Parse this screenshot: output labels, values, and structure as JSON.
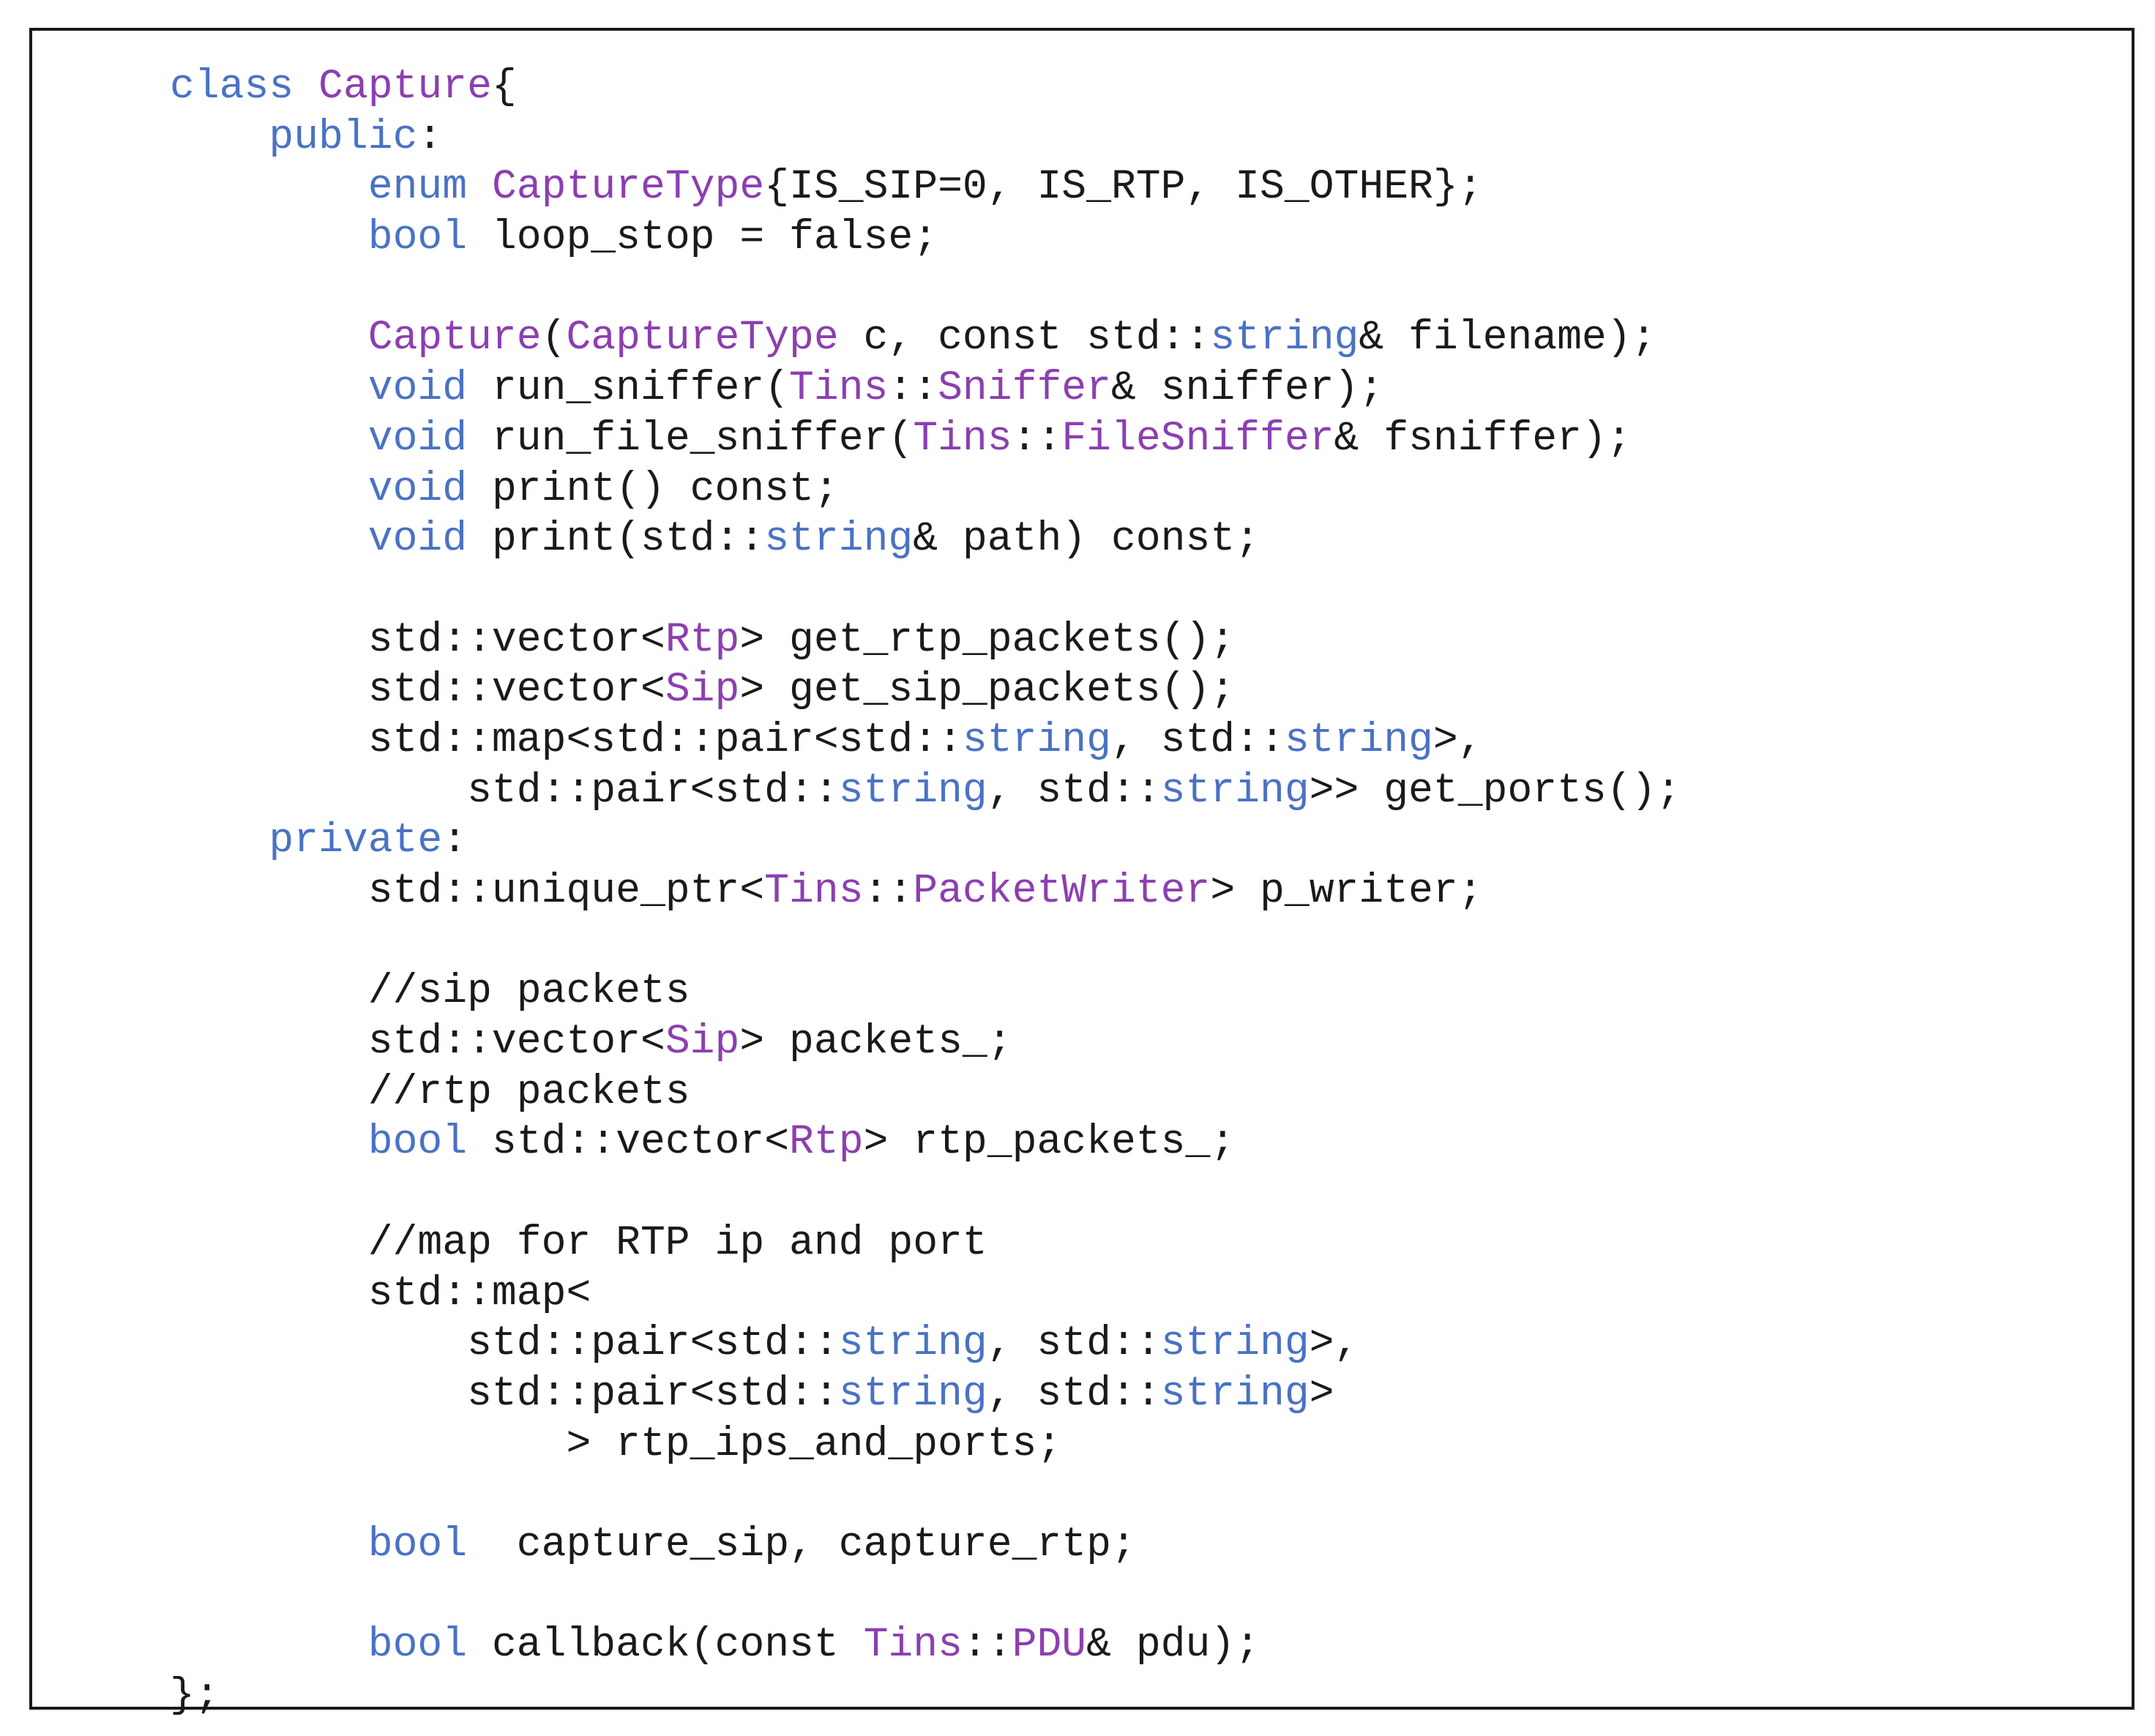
{
  "colors": {
    "keyword": "#4a72c4",
    "type": "#8c3fb0",
    "text": "#1a1a1a",
    "border": "#1a1a1a",
    "background": "#ffffff"
  },
  "code": {
    "language": "C++",
    "lines": [
      [
        [
          "kw",
          "class"
        ],
        [
          "tx",
          " "
        ],
        [
          "ty",
          "Capture"
        ],
        [
          "tx",
          "{"
        ]
      ],
      [
        [
          "tx",
          "    "
        ],
        [
          "kw",
          "public"
        ],
        [
          "tx",
          ":"
        ]
      ],
      [
        [
          "tx",
          "        "
        ],
        [
          "kw",
          "enum"
        ],
        [
          "tx",
          " "
        ],
        [
          "ty",
          "CaptureType"
        ],
        [
          "tx",
          "{IS_SIP=0, IS_RTP, IS_OTHER};"
        ]
      ],
      [
        [
          "tx",
          "        "
        ],
        [
          "kw",
          "bool"
        ],
        [
          "tx",
          " loop_stop = false;"
        ]
      ],
      [],
      [
        [
          "tx",
          "        "
        ],
        [
          "ty",
          "Capture"
        ],
        [
          "tx",
          "("
        ],
        [
          "ty",
          "CaptureType"
        ],
        [
          "tx",
          " c, const std::"
        ],
        [
          "kw",
          "string"
        ],
        [
          "tx",
          "& filename);"
        ]
      ],
      [
        [
          "tx",
          "        "
        ],
        [
          "kw",
          "void"
        ],
        [
          "tx",
          " run_sniffer("
        ],
        [
          "ty",
          "Tins"
        ],
        [
          "tx",
          "::"
        ],
        [
          "ty",
          "Sniffer"
        ],
        [
          "tx",
          "& sniffer);"
        ]
      ],
      [
        [
          "tx",
          "        "
        ],
        [
          "kw",
          "void"
        ],
        [
          "tx",
          " run_file_sniffer("
        ],
        [
          "ty",
          "Tins"
        ],
        [
          "tx",
          "::"
        ],
        [
          "ty",
          "FileSniffer"
        ],
        [
          "tx",
          "& fsniffer);"
        ]
      ],
      [
        [
          "tx",
          "        "
        ],
        [
          "kw",
          "void"
        ],
        [
          "tx",
          " print() const;"
        ]
      ],
      [
        [
          "tx",
          "        "
        ],
        [
          "kw",
          "void"
        ],
        [
          "tx",
          " print(std::"
        ],
        [
          "kw",
          "string"
        ],
        [
          "tx",
          "& path) const;"
        ]
      ],
      [],
      [
        [
          "tx",
          "        std::vector<"
        ],
        [
          "ty",
          "Rtp"
        ],
        [
          "tx",
          "> get_rtp_packets();"
        ]
      ],
      [
        [
          "tx",
          "        std::vector<"
        ],
        [
          "ty",
          "Sip"
        ],
        [
          "tx",
          "> get_sip_packets();"
        ]
      ],
      [
        [
          "tx",
          "        std::map<std::pair<std::"
        ],
        [
          "kw",
          "string"
        ],
        [
          "tx",
          ", std::"
        ],
        [
          "kw",
          "string"
        ],
        [
          "tx",
          ">,"
        ]
      ],
      [
        [
          "tx",
          "            std::pair<std::"
        ],
        [
          "kw",
          "string"
        ],
        [
          "tx",
          ", std::"
        ],
        [
          "kw",
          "string"
        ],
        [
          "tx",
          ">> get_ports();"
        ]
      ],
      [
        [
          "tx",
          "    "
        ],
        [
          "kw",
          "private"
        ],
        [
          "tx",
          ":"
        ]
      ],
      [
        [
          "tx",
          "        std::unique_ptr<"
        ],
        [
          "ty",
          "Tins"
        ],
        [
          "tx",
          "::"
        ],
        [
          "ty",
          "PacketWriter"
        ],
        [
          "tx",
          "> p_writer;"
        ]
      ],
      [],
      [
        [
          "tx",
          "        //sip packets"
        ]
      ],
      [
        [
          "tx",
          "        std::vector<"
        ],
        [
          "ty",
          "Sip"
        ],
        [
          "tx",
          "> packets_;"
        ]
      ],
      [
        [
          "tx",
          "        //rtp packets"
        ]
      ],
      [
        [
          "tx",
          "        "
        ],
        [
          "kw",
          "bool"
        ],
        [
          "tx",
          " std::vector<"
        ],
        [
          "ty",
          "Rtp"
        ],
        [
          "tx",
          "> rtp_packets_;"
        ]
      ],
      [],
      [
        [
          "tx",
          "        //map for RTP ip and port"
        ]
      ],
      [
        [
          "tx",
          "        std::map<"
        ]
      ],
      [
        [
          "tx",
          "            std::pair<std::"
        ],
        [
          "kw",
          "string"
        ],
        [
          "tx",
          ", std::"
        ],
        [
          "kw",
          "string"
        ],
        [
          "tx",
          ">,"
        ]
      ],
      [
        [
          "tx",
          "            std::pair<std::"
        ],
        [
          "kw",
          "string"
        ],
        [
          "tx",
          ", std::"
        ],
        [
          "kw",
          "string"
        ],
        [
          "tx",
          ">"
        ]
      ],
      [
        [
          "tx",
          "                > rtp_ips_and_ports;"
        ]
      ],
      [],
      [
        [
          "tx",
          "        "
        ],
        [
          "kw",
          "bool"
        ],
        [
          "tx",
          "  capture_sip, capture_rtp;"
        ]
      ],
      [],
      [
        [
          "tx",
          "        "
        ],
        [
          "kw",
          "bool"
        ],
        [
          "tx",
          " callback(const "
        ],
        [
          "ty",
          "Tins"
        ],
        [
          "tx",
          "::"
        ],
        [
          "ty",
          "PDU"
        ],
        [
          "tx",
          "& pdu);"
        ]
      ],
      [
        [
          "tx",
          "};"
        ]
      ]
    ]
  }
}
